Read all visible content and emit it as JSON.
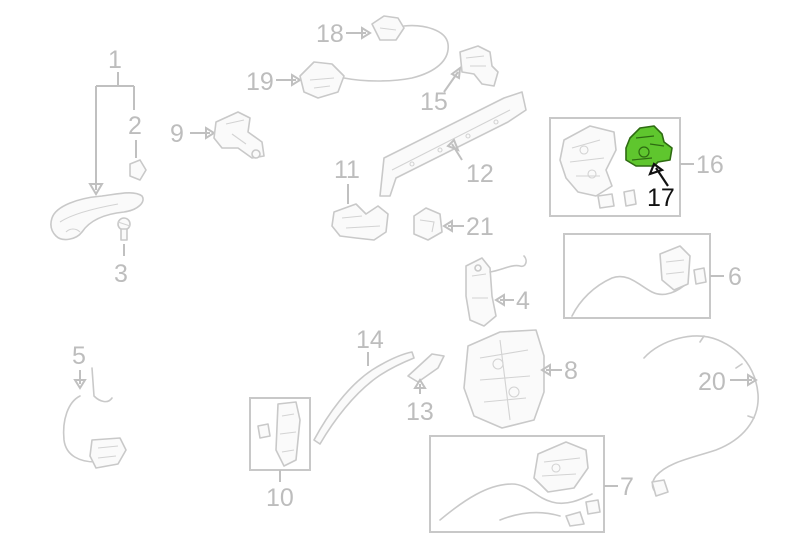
{
  "diagram": {
    "callouts": [
      {
        "id": "1",
        "label": "1"
      },
      {
        "id": "2",
        "label": "2"
      },
      {
        "id": "3",
        "label": "3"
      },
      {
        "id": "4",
        "label": "4"
      },
      {
        "id": "5",
        "label": "5"
      },
      {
        "id": "6",
        "label": "6"
      },
      {
        "id": "7",
        "label": "7"
      },
      {
        "id": "8",
        "label": "8"
      },
      {
        "id": "9",
        "label": "9"
      },
      {
        "id": "10",
        "label": "10"
      },
      {
        "id": "11",
        "label": "11"
      },
      {
        "id": "12",
        "label": "12"
      },
      {
        "id": "13",
        "label": "13"
      },
      {
        "id": "14",
        "label": "14"
      },
      {
        "id": "15",
        "label": "15"
      },
      {
        "id": "16",
        "label": "16"
      },
      {
        "id": "17",
        "label": "17"
      },
      {
        "id": "18",
        "label": "18"
      },
      {
        "id": "19",
        "label": "19"
      },
      {
        "id": "20",
        "label": "20"
      },
      {
        "id": "21",
        "label": "21"
      }
    ],
    "highlighted_part": "17",
    "colors": {
      "highlight_fill": "#5fc62e",
      "highlight_outline": "#2e6b12",
      "inactive_lines": "#c9c9c9",
      "active_label": "#111111"
    }
  }
}
